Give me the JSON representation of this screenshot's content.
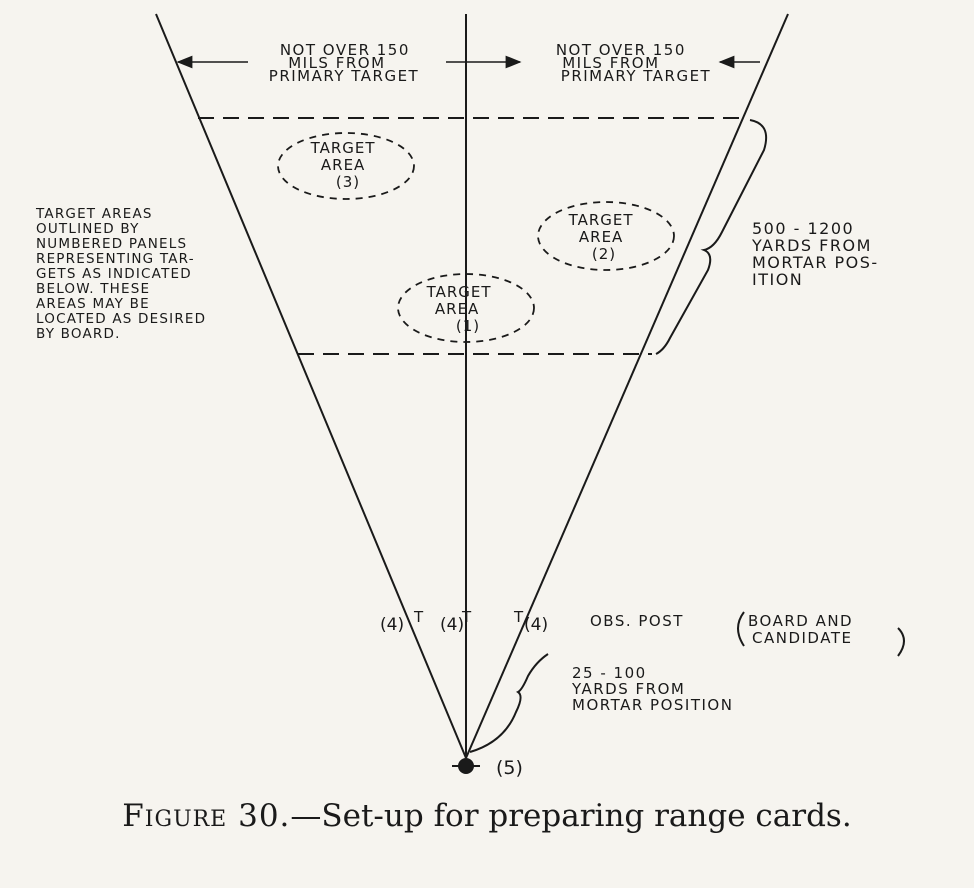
{
  "diagram": {
    "left_bound_label": [
      "NOT OVER 150",
      "MILS FROM",
      "PRIMARY TARGET"
    ],
    "right_bound_label": [
      "NOT OVER 150",
      "MILS FROM",
      "PRIMARY TARGET"
    ],
    "target_area_1": [
      "TARGET",
      "AREA",
      "(1)"
    ],
    "target_area_2": [
      "TARGET",
      "AREA",
      "(2)"
    ],
    "target_area_3": [
      "TARGET",
      "AREA",
      "(3)"
    ],
    "note": [
      "TARGET AREAS",
      "OUTLINED BY",
      "NUMBERED PANELS",
      "REPRESENTING TAR-",
      "GETS AS INDICATED",
      "BELOW. THESE",
      "AREAS MAY BE",
      "LOCATED AS DESIRED",
      "BY BOARD."
    ],
    "range_label": [
      "500 - 1200",
      "YARDS FROM",
      "MORTAR POS-",
      "ITION"
    ],
    "obs_post_label": [
      "OBS. POST",
      "BOARD AND",
      "CANDIDATE"
    ],
    "obs_range_label": [
      "25 - 100",
      "YARDS FROM",
      "MORTAR POSITION"
    ],
    "marker_left": "(4)",
    "marker_center": "(4)",
    "marker_right": "(4)",
    "marker_t": "T",
    "mortar_marker": "(5)"
  },
  "caption": {
    "figure": "Figure 30.",
    "text": "—Set-up for preparing range cards."
  }
}
